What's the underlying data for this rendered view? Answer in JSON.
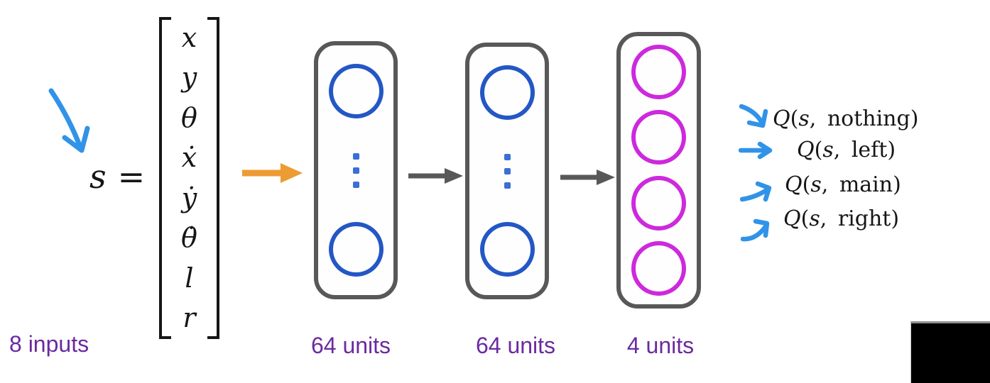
{
  "colors": {
    "node_blue": "#2457c5",
    "node_magenta": "#cd29dd",
    "dots_blue": "#3b6fd4",
    "layer_border": "#58585a",
    "arrow_gray": "#58585a",
    "arrow_orange": "#ed9b33",
    "sketch_blue": "#3193e8",
    "label_purple": "#6b2aa0"
  },
  "equation": {
    "lhs": "s",
    "relation": "="
  },
  "state_vector": {
    "entries": [
      "x",
      "y",
      "θ",
      "ẋ",
      "ẏ",
      "θ̇",
      "l",
      "r"
    ],
    "caption": "8 inputs"
  },
  "network": {
    "layers": [
      {
        "label": "64 units",
        "visible_nodes": 2,
        "has_ellipsis": true,
        "node_color": "blue"
      },
      {
        "label": "64 units",
        "visible_nodes": 2,
        "has_ellipsis": true,
        "node_color": "blue"
      },
      {
        "label": "4 units",
        "visible_nodes": 4,
        "has_ellipsis": false,
        "node_color": "magenta"
      }
    ]
  },
  "outputs": {
    "rows": [
      {
        "func": "Q",
        "open": "(",
        "state": "s",
        "sep": ", ",
        "action": "nothing",
        "close": ")"
      },
      {
        "func": "Q",
        "open": "(",
        "state": "s",
        "sep": ", ",
        "action": "left",
        "close": ")"
      },
      {
        "func": "Q",
        "open": "(",
        "state": "s",
        "sep": ", ",
        "action": "main",
        "close": ")"
      },
      {
        "func": "Q",
        "open": "(",
        "state": "s",
        "sep": ", ",
        "action": "right",
        "close": ")"
      }
    ]
  }
}
